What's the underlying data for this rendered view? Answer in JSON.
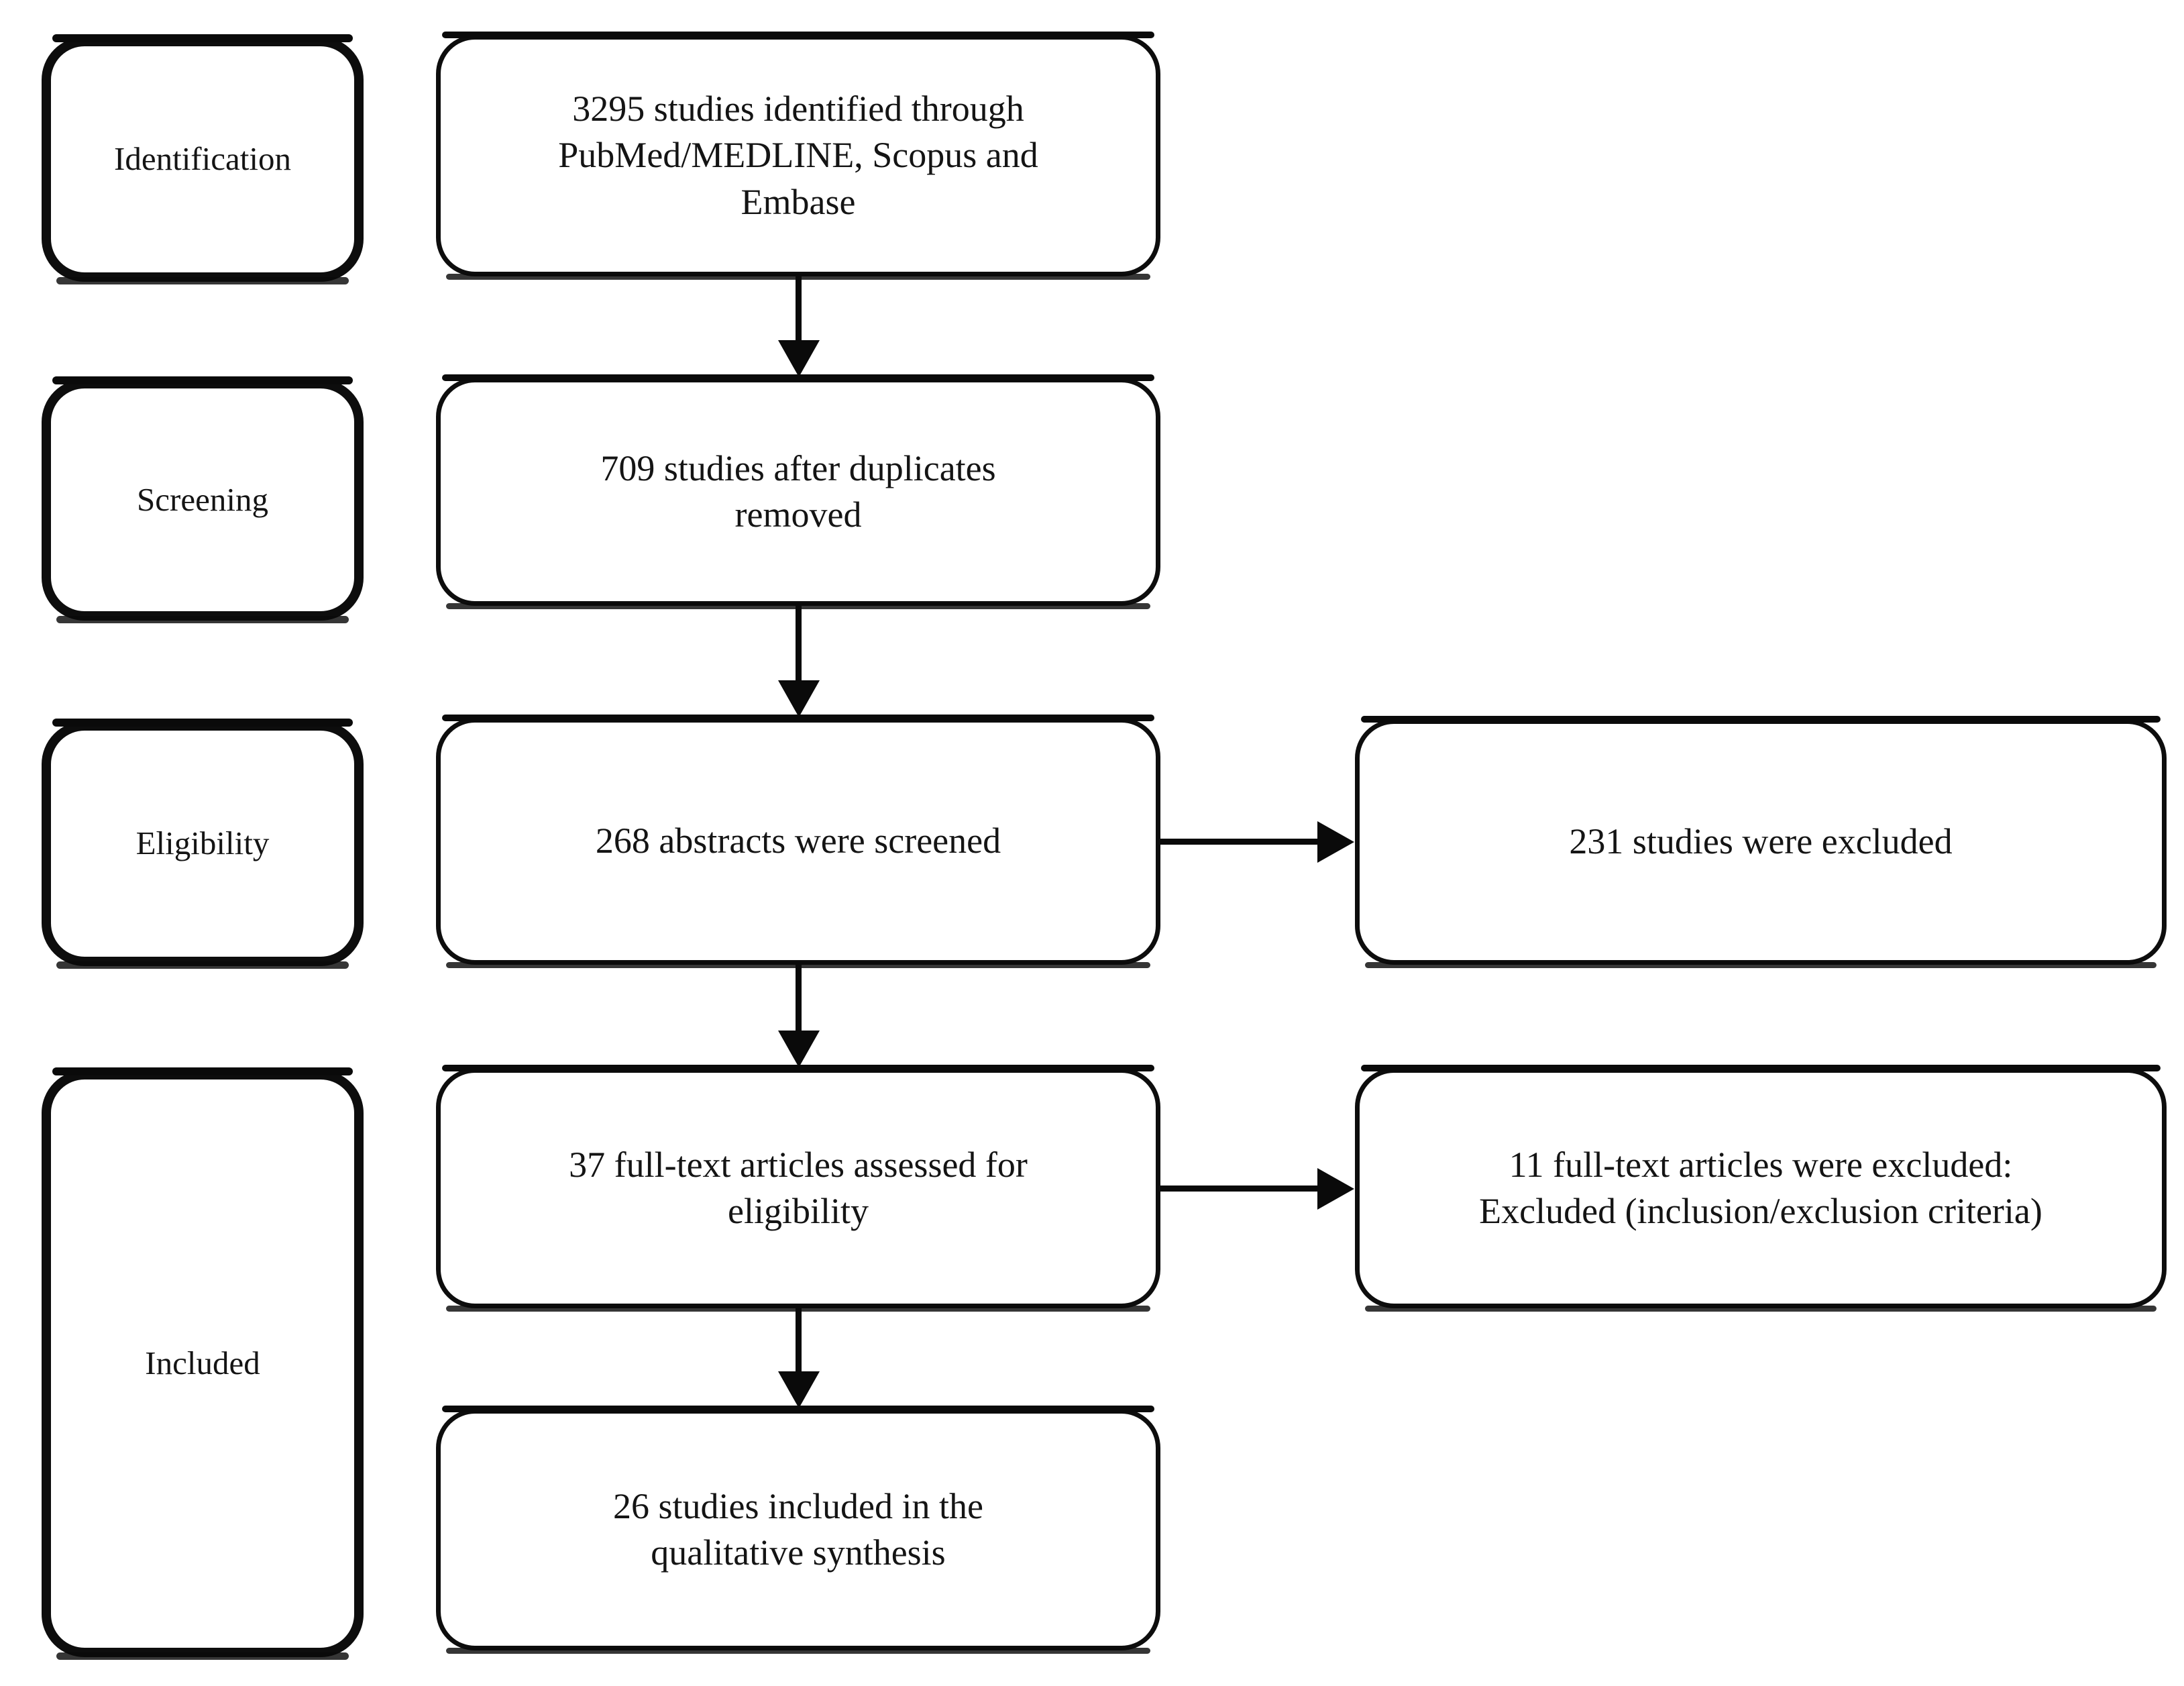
{
  "figure": {
    "kind": "prisma-study-selection-flow-diagram",
    "background_color": "#ffffff",
    "line_color": "#0d0d0d",
    "text_color": "#141414"
  },
  "stages": {
    "identification": "Identification",
    "screening": "Screening",
    "eligibility": "Eligibility",
    "included": "Included"
  },
  "flow_boxes": {
    "identified": "3295 studies identified through\nPubMed/MEDLINE, Scopus and\nEmbase",
    "deduplicated": "709 studies after duplicates\nremoved",
    "screened": "268 abstracts were screened",
    "fulltext": "37 full-text articles assessed for\neligibility",
    "qualitative": "26 studies included in the\nqualitative synthesis"
  },
  "exclusion_boxes": {
    "screening_excluded": "231 studies were excluded",
    "fulltext_excluded": "11 full-text articles were excluded:\nExcluded (inclusion/exclusion criteria)"
  }
}
